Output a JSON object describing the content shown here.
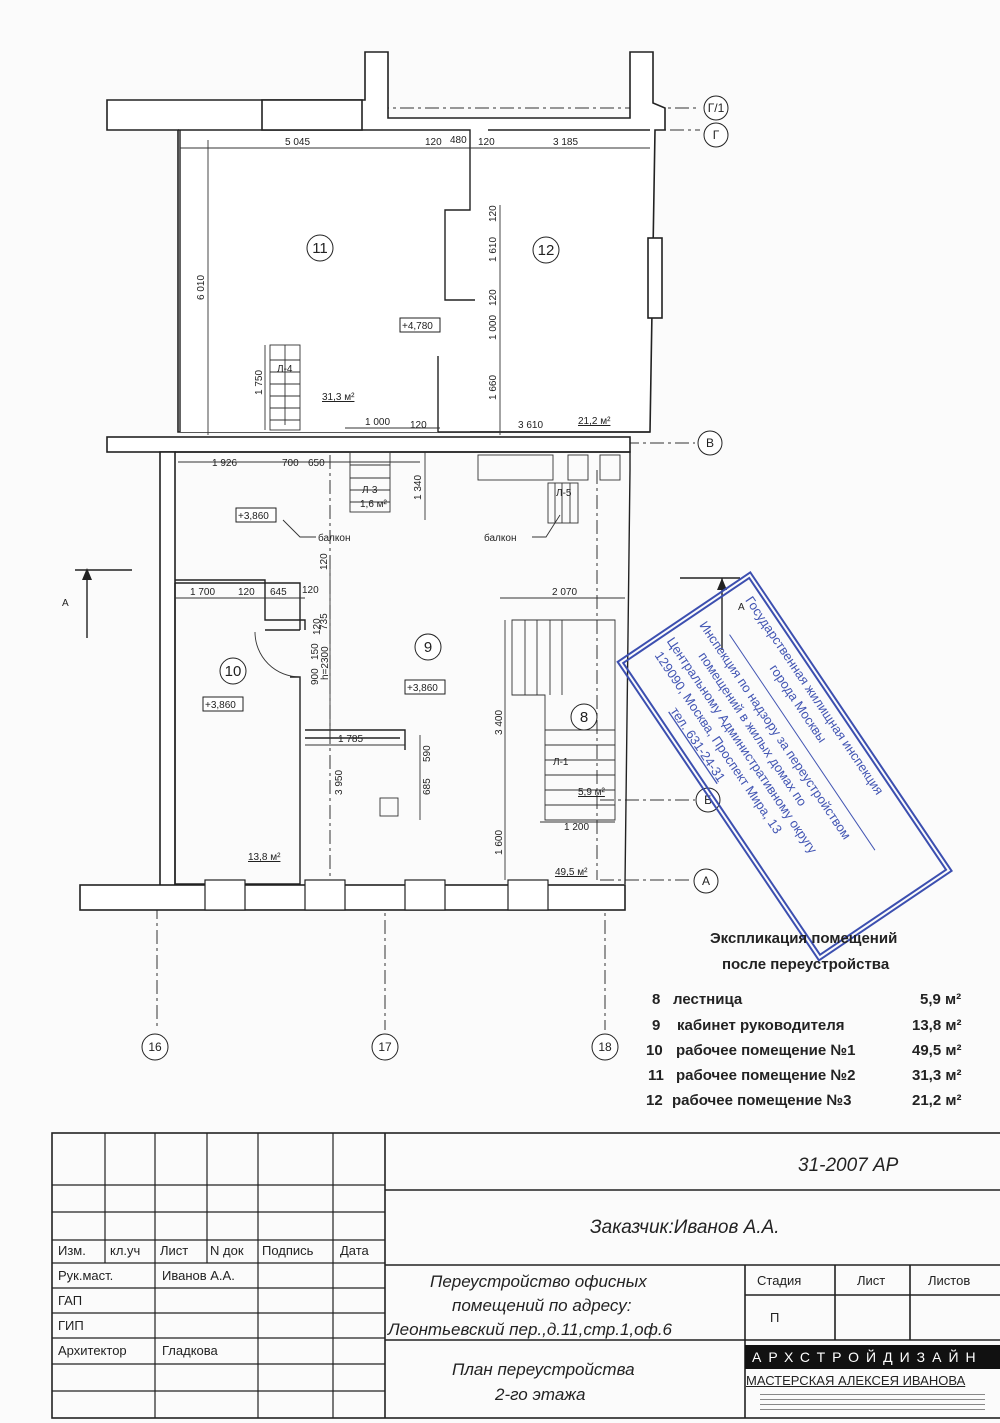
{
  "plan": {
    "rooms": [
      {
        "number": "8",
        "area": "5,9 м²",
        "level": ""
      },
      {
        "number": "9",
        "area": "49,5 м²",
        "level": "+3,860"
      },
      {
        "number": "10",
        "area": "13,8 м²",
        "level": "+3,860"
      },
      {
        "number": "11",
        "area": "31,3 м²",
        "level": "+4,780"
      },
      {
        "number": "12",
        "area": "21,2 м²",
        "level": ""
      }
    ],
    "level_left": "+3,860",
    "stairs": [
      "Л-4",
      "Л-3",
      "Л-5",
      "Л-1"
    ],
    "stair_l3_area": "1,6 м²",
    "balcony_label": "балкон",
    "section_mark": "А",
    "axes": {
      "g1": "Г/1",
      "g": "Г",
      "v": "В",
      "b": "Б",
      "a": "А",
      "c16": "16",
      "c17": "17",
      "c18": "18"
    },
    "dims": [
      "5 045",
      "120",
      "480",
      "120",
      "3 185",
      "6 010",
      "120",
      "1 610",
      "120",
      "1 000",
      "1 660",
      "1 750",
      "1 000",
      "120",
      "3 610",
      "1 926",
      "700",
      "650",
      "1 340",
      "1 700",
      "120",
      "645",
      "120",
      "120",
      "735",
      "120",
      "150",
      "900",
      "h=2300",
      "2 070",
      "1 785",
      "590",
      "685",
      "3 400",
      "3 950",
      "1 200",
      "1 600"
    ]
  },
  "stamp": {
    "lines": [
      "Государственная жилищная инспекция",
      "города Москвы",
      "Инспекция по надзору за переустройством",
      "помещений в жилых домах по",
      "Центральному Административному округу",
      "129090, Москва, Проспект Мира, 13",
      "тел. 631-24-31"
    ]
  },
  "explication": {
    "title_1": "Экспликация помещений",
    "title_2": "после переустройства",
    "rows": [
      {
        "num": "8",
        "name": "лестница",
        "area": "5,9 м²"
      },
      {
        "num": "9",
        "name": "кабинет  руководителя",
        "area": "13,8 м²"
      },
      {
        "num": "10",
        "name": "рабочее помещение №1",
        "area": "49,5 м²"
      },
      {
        "num": "11",
        "name": "рабочее помещение №2",
        "area": "31,3 м²"
      },
      {
        "num": "12",
        "name": "рабочее помещение №3",
        "area": "21,2 м²"
      }
    ]
  },
  "title_block": {
    "code": "31-2007 АР",
    "customer": "Заказчик:Иванов А.А.",
    "headers": [
      "Изм.",
      "кл.уч",
      "Лист",
      "N док",
      "Подпись",
      "Дата"
    ],
    "roles": [
      {
        "role": "Рук.маст.",
        "name": "Иванов А.А."
      },
      {
        "role": "ГАП",
        "name": ""
      },
      {
        "role": "ГИП",
        "name": ""
      },
      {
        "role": "Архитектор",
        "name": "Гладкова"
      }
    ],
    "project_1": "Переустройство офисных",
    "project_2": "помещений  по адресу:",
    "project_3": "Леонтьевский пер.,д.11,стр.1,оф.6",
    "sheet_1": "План переустройства",
    "sheet_2": "2-го этажа",
    "stage_header": "Стадия",
    "sheet_header": "Лист",
    "sheets_header": "Листов",
    "stage_value": "П",
    "firm_name": "АРХСТРОЙДИЗАЙН",
    "firm_sub": "МАСТЕРСКАЯ АЛЕКСЕЯ ИВАНОВА"
  }
}
